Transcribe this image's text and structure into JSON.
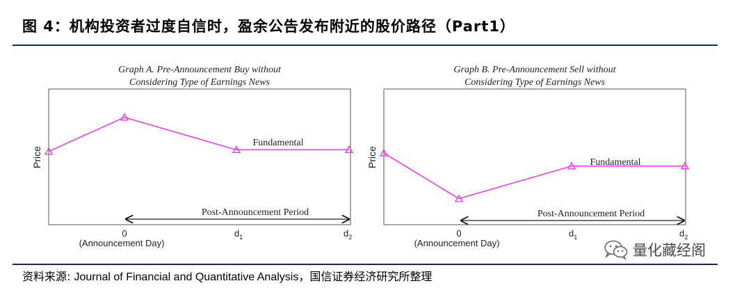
{
  "header": {
    "title": "图 4：机构投资者过度自信时，盈余公告发布附近的股价路径（Part1）"
  },
  "chart_data": [
    {
      "type": "line",
      "title": "Graph A. Pre-Announcement Buy without",
      "subtitle": "Considering Type of Earnings News",
      "ylabel": "Price",
      "categories": [
        "",
        "0",
        "d1",
        "d2"
      ],
      "category_note": "(Announcement Day)",
      "series": [
        {
          "values": [
            0.35,
            0.98,
            0.38,
            0.38
          ]
        }
      ],
      "ylim": [
        -1,
        1.5
      ],
      "annotations": {
        "line_label": "Fundamental",
        "period_label": "Post-Announcement Period"
      },
      "grid": false,
      "color": "#ee3ee6"
    },
    {
      "type": "line",
      "title": "Graph B. Pre-Announcement Sell without",
      "subtitle": "Considering Type of Earnings News",
      "ylabel": "Price",
      "categories": [
        "",
        "0",
        "d1",
        "d2"
      ],
      "category_note": "(Announcement Day)",
      "series": [
        {
          "values": [
            0.32,
            -0.52,
            0.08,
            0.08
          ]
        }
      ],
      "ylim": [
        -1,
        1.5
      ],
      "annotations": {
        "line_label": "Fundamental",
        "period_label": "Post-Announcement Period"
      },
      "grid": false,
      "color": "#ee3ee6"
    }
  ],
  "footer": {
    "source_prefix": "资料来源: ",
    "source_latin": "Journal of Financial and Quantitative Analysis",
    "source_suffix": "，国信证券经济研究所整理"
  },
  "watermark": {
    "text": "量化藏经阁",
    "icon": "wechat-icon"
  }
}
